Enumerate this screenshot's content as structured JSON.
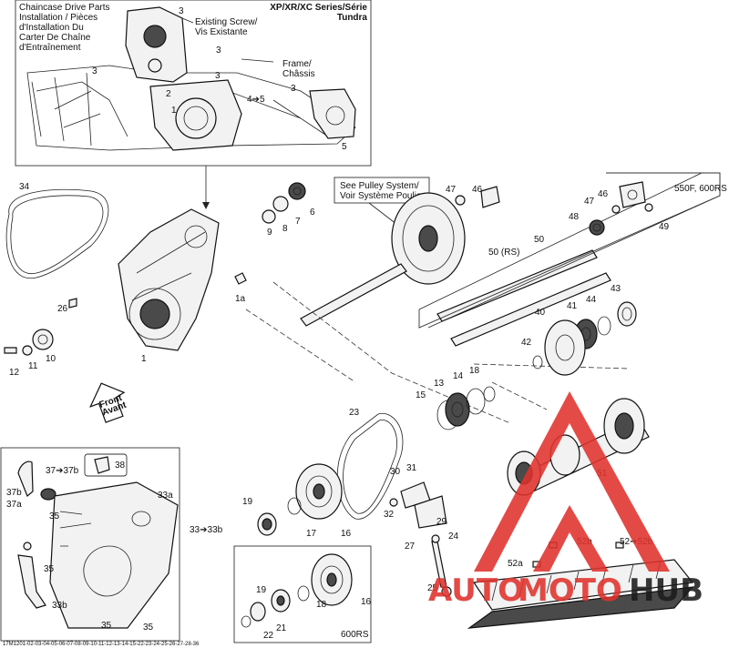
{
  "inset_top": {
    "title_lines": [
      "Chaincase Drive Parts",
      "Installation / Pièces",
      "d'Installation Du",
      "Carter De Chaîne",
      "d'Entraînement"
    ],
    "series_lines": [
      "XP/XR/XC Series/Série",
      "Tundra"
    ],
    "existing_screw_lines": [
      "Existing Screw/",
      "Vis Existante"
    ],
    "frame_lines": [
      "Frame/",
      "Châssis"
    ],
    "callouts": [
      "3",
      "3",
      "3",
      "3",
      "3",
      "2",
      "1",
      "4➔5",
      "5"
    ]
  },
  "pulley_note_lines": [
    "See Pulley System/",
    "Voir Système Poulie"
  ],
  "inset_550_label": "550F, 600RS",
  "inset_600_label": "600RS",
  "front_arrow_lines": [
    "Front",
    "Avant"
  ],
  "callouts_main": [
    "34",
    "9",
    "8",
    "7",
    "6",
    "1a",
    "26",
    "10",
    "11",
    "12",
    "1",
    "47",
    "46",
    "46",
    "47",
    "49",
    "48",
    "50",
    "50 (RS)",
    "43",
    "44",
    "41",
    "40",
    "42",
    "13",
    "14",
    "15",
    "18",
    "23",
    "51",
    "30",
    "31",
    "32",
    "29",
    "24",
    "27",
    "25",
    "52a",
    "52b",
    "52➔52b",
    "19",
    "17",
    "16",
    "19",
    "18",
    "16",
    "21",
    "22"
  ],
  "callouts_bottom_left": [
    "38",
    "37➔37b",
    "37b",
    "37a",
    "35",
    "33a",
    "33➔33b",
    "35",
    "33b",
    "35",
    "35"
  ],
  "footer_code": "17M1201-02-03-04-05-06-07-08-09-10-11-12-13-14-15-22-23-24-25-26-27-28-36",
  "watermark": {
    "text_auto": "AUTO",
    "text_moto": "MOTO",
    "text_hub": "HUB",
    "color_red": "#e0322d",
    "color_dark": "#1c1c1c"
  }
}
